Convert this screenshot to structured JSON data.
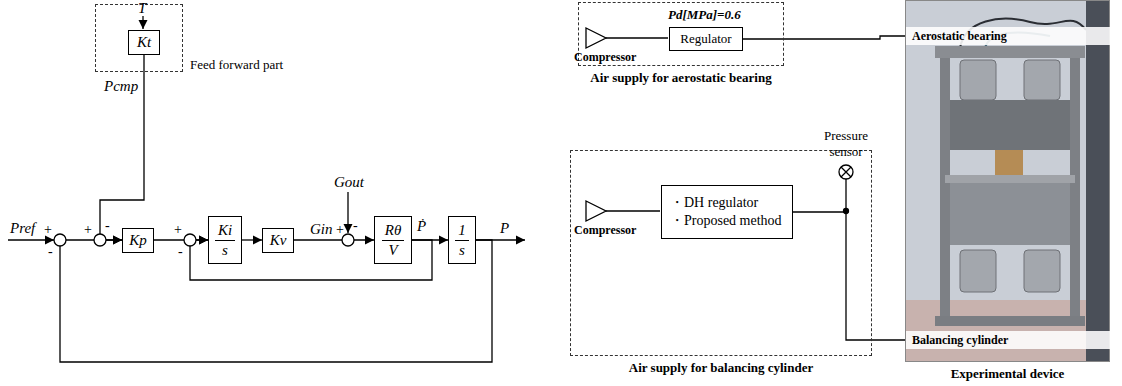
{
  "diagram": {
    "nodes": [
      {
        "text": [
          "Feed forward part"
        ]
      },
      {
        "text": [
          "Kt"
        ],
        "in": 0
      },
      {
        "text": [
          "Kp"
        ]
      },
      {
        "text": [
          "Ki",
          "s"
        ]
      },
      {
        "text": [
          "Kv"
        ]
      },
      {
        "text": [
          "Rθ",
          "V"
        ]
      },
      {
        "text": [
          "1",
          "s"
        ]
      },
      {
        "text": [
          "Air supply for aerostatic bearing"
        ]
      },
      {
        "text": [
          "Regulator"
        ],
        "in": 7
      },
      {
        "text": [
          "Air supply for balancing cylinder"
        ]
      },
      {
        "text": [
          "・DH regulator",
          "・Proposed method"
        ],
        "in": 9
      },
      {
        "text": [
          "Experimental device"
        ]
      },
      {
        "text": [
          "Aerostatic bearing"
        ],
        "in": 11
      },
      {
        "text": [
          "Balancing cylinder"
        ],
        "in": 11
      }
    ],
    "edges": [
      {
        "from": 1,
        "to": 2,
        "arrow": "to"
      },
      {
        "from": 2,
        "to": 3,
        "arrow": "to"
      },
      {
        "from": 3,
        "to": 4,
        "arrow": "to"
      },
      {
        "from": 4,
        "to": 5,
        "arrow": "to"
      },
      {
        "from": 5,
        "to": 6,
        "arrow": "to"
      },
      {
        "from": 5,
        "to": 3,
        "arrow": "to"
      },
      {
        "from": 6,
        "to": 2,
        "arrow": "to"
      },
      {
        "from": 8,
        "to": 12,
        "arrow": "none"
      },
      {
        "from": 10,
        "to": 13,
        "arrow": "none"
      }
    ],
    "labels": [
      "T",
      "Pcmp",
      "Pref",
      "+",
      "-",
      "+",
      "-",
      "+",
      "-",
      "Gout",
      "-",
      "Gin",
      "+",
      "Ṗ",
      "P",
      "Pd[MPa]=0.6",
      "Compressor",
      "Compressor",
      "Pressure sensor"
    ]
  }
}
